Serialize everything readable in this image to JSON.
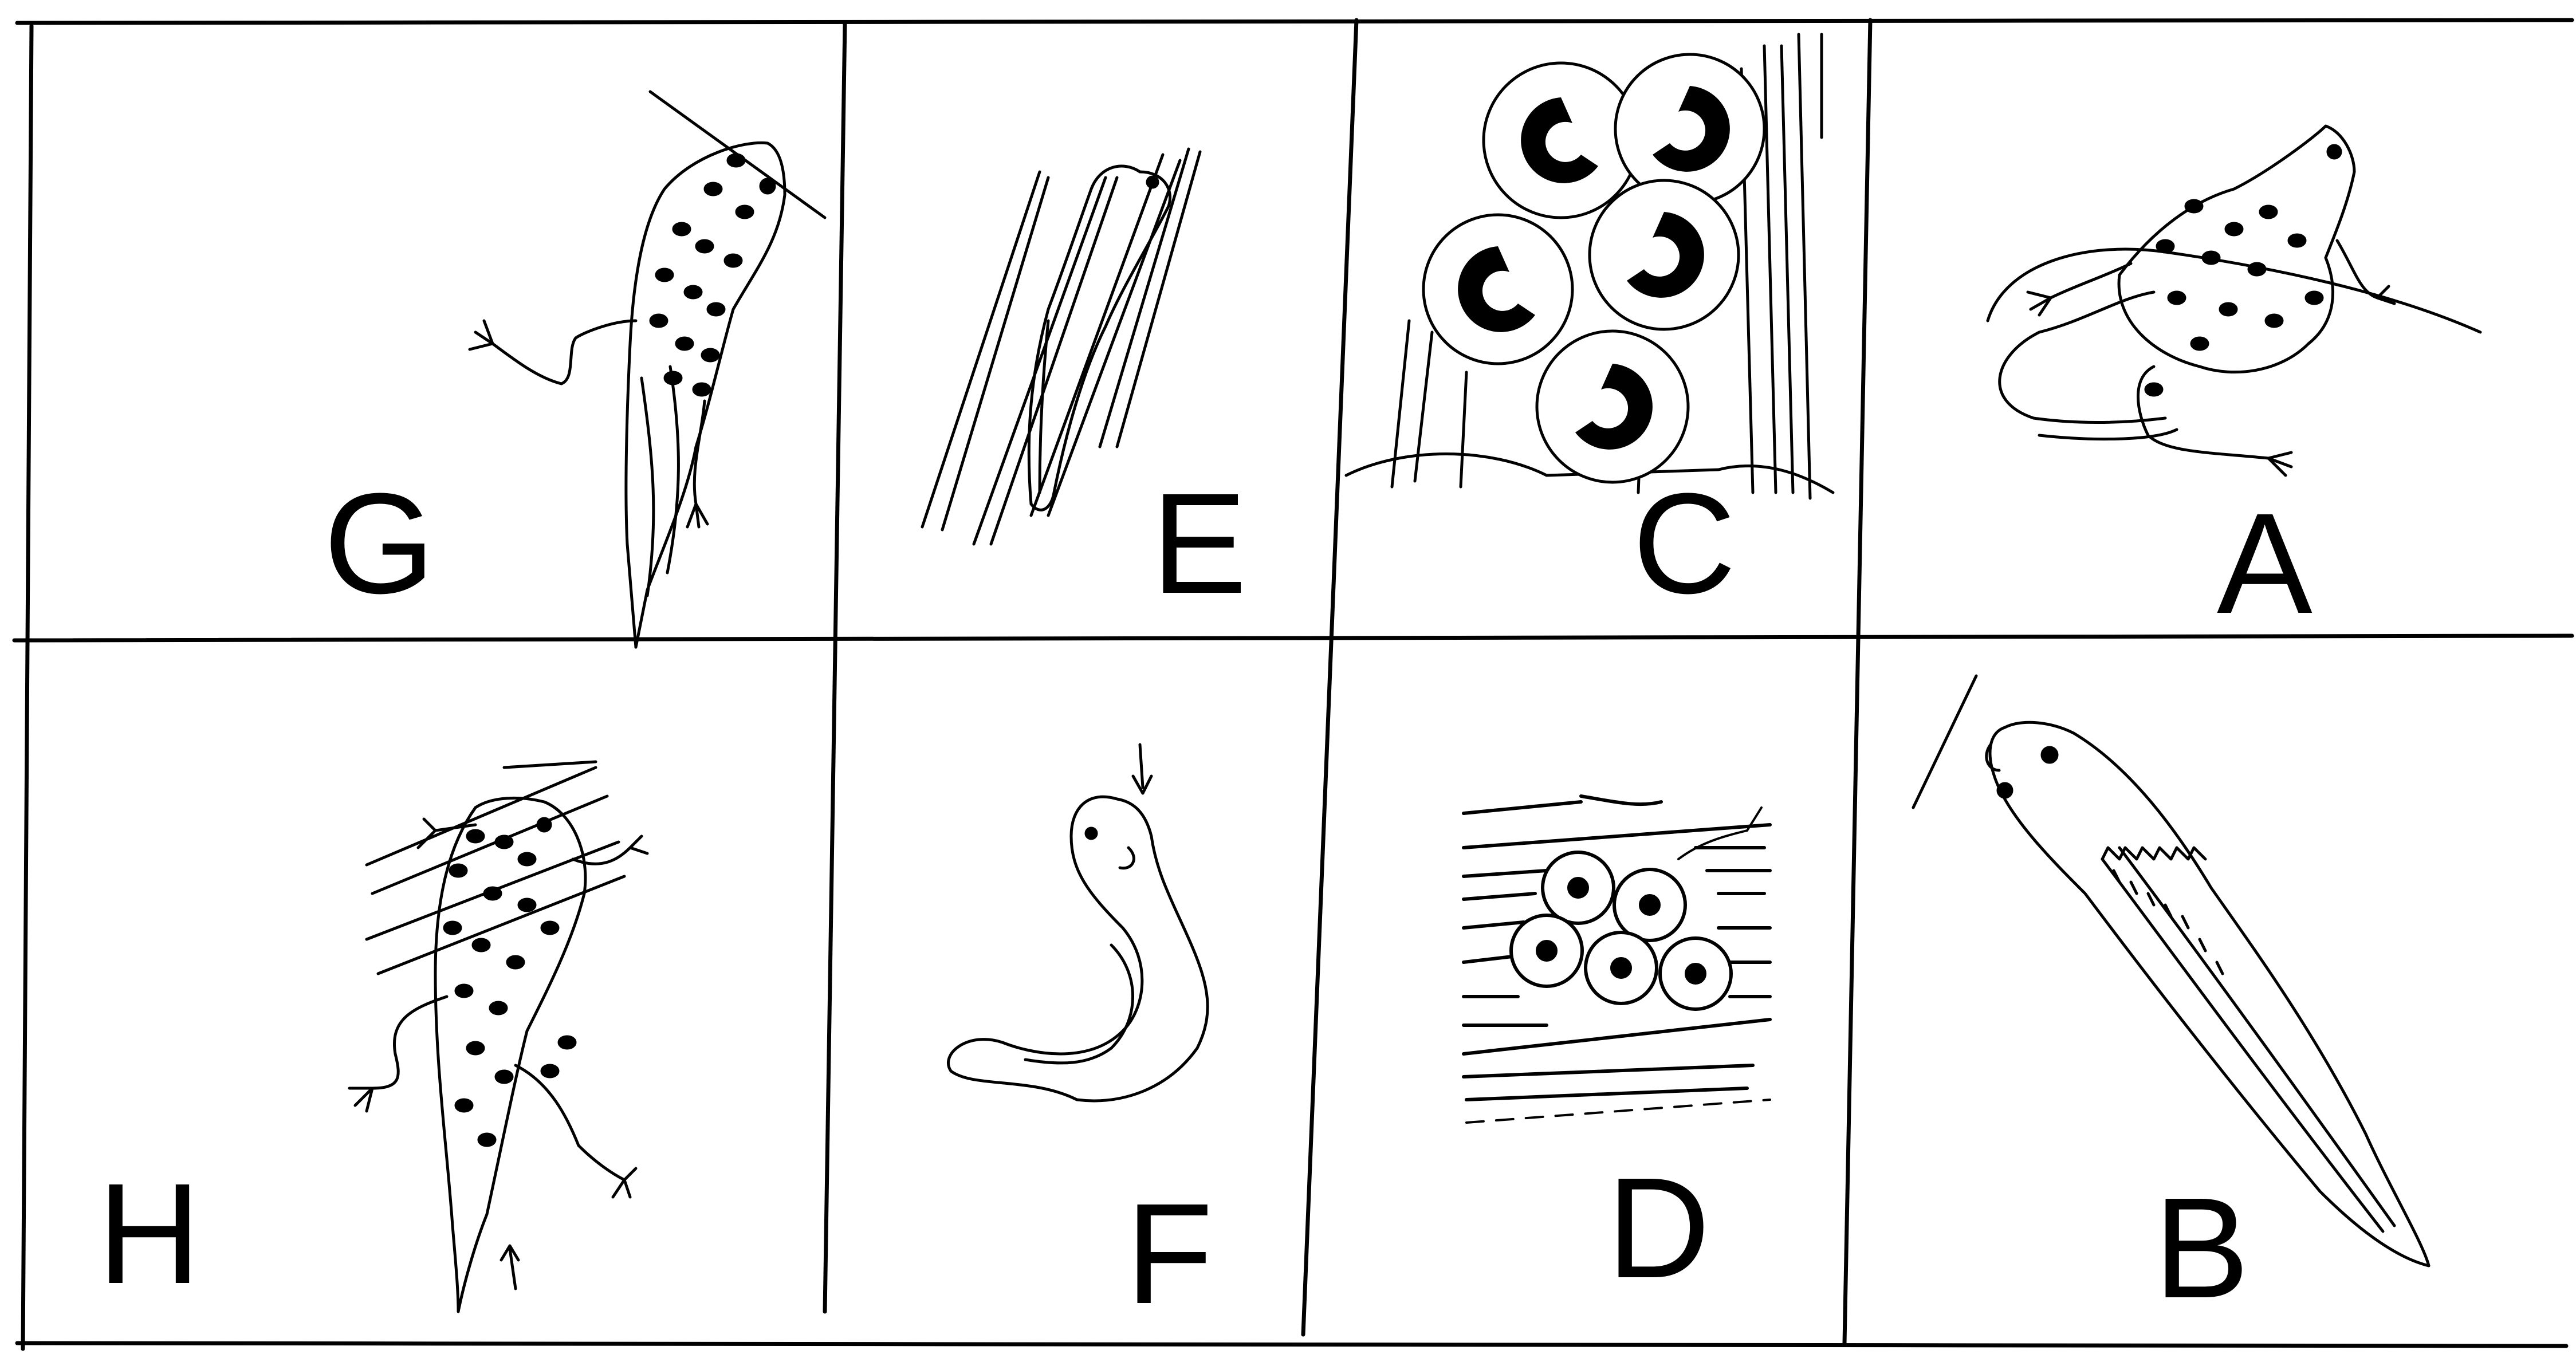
{
  "diagram": {
    "panels": [
      {
        "row": 0,
        "col": 0,
        "label": "G",
        "depicts": "tadpole-with-hind-legs"
      },
      {
        "row": 0,
        "col": 1,
        "label": "E",
        "depicts": "hatchling-on-weed"
      },
      {
        "row": 0,
        "col": 2,
        "label": "C",
        "depicts": "eggs-with-curled-embryos"
      },
      {
        "row": 0,
        "col": 3,
        "label": "A",
        "depicts": "adult-frog"
      },
      {
        "row": 1,
        "col": 0,
        "label": "H",
        "depicts": "froglet-with-tail"
      },
      {
        "row": 1,
        "col": 1,
        "label": "F",
        "depicts": "curled-tadpole"
      },
      {
        "row": 1,
        "col": 2,
        "label": "D",
        "depicts": "frogspawn-on-weed"
      },
      {
        "row": 1,
        "col": 3,
        "label": "B",
        "depicts": "tadpole-with-gills"
      }
    ],
    "colors": {
      "ink": "#000000",
      "paper": "#ffffff"
    }
  }
}
